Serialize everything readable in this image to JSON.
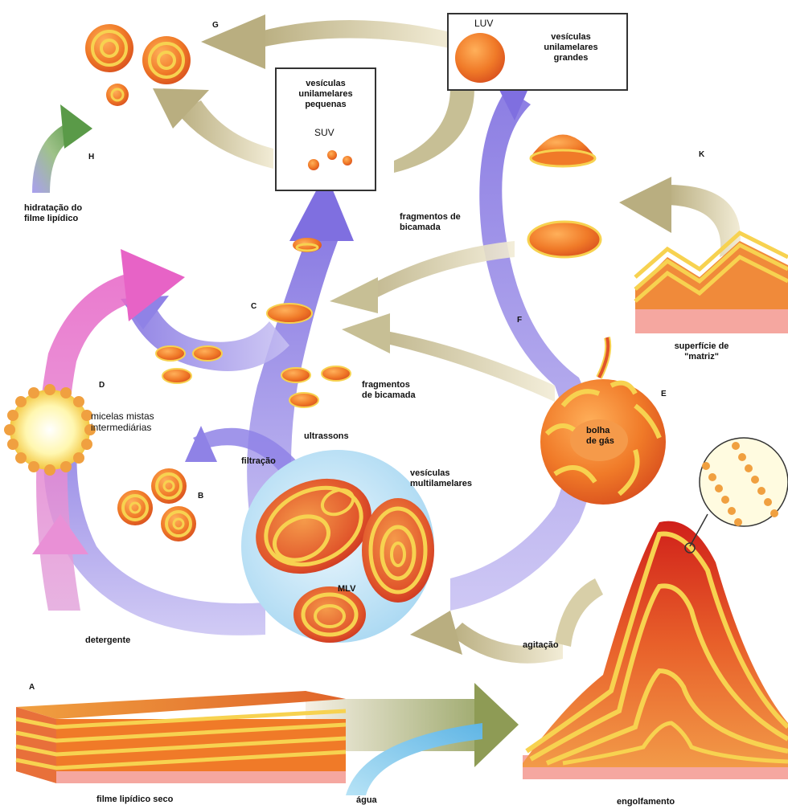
{
  "letters": {
    "a": "A",
    "b": "B",
    "c": "C",
    "d": "D",
    "e": "E",
    "f": "F",
    "g": "G",
    "h": "H",
    "k": "K"
  },
  "labels": {
    "luv": "LUV",
    "luv_desc": "vesículas\nunilamelares\ngrandes",
    "suv_desc": "vesículas\nunilamelares\npequenas",
    "suv": "SUV",
    "hydration": "hidratação do\nfilme lipídico",
    "fragments_top": "fragmentos de\nbicamada",
    "fragments_mid": "fragmentos\nde bicamada",
    "matrix": "superfície de\n\"matriz\"",
    "micelles": "micelas mistas\nintermediárias",
    "ultrasound": "ultrassons",
    "filtration": "filtração",
    "mlv_desc": "vesículas\nmultilamelares",
    "mlv": "MLV",
    "gas_bubble": "bolha\nde gás",
    "detergent": "detergente",
    "agitation": "agitação",
    "dry_film": "filme lipídico seco",
    "water": "água",
    "engulfing": "engolfamento"
  },
  "colors": {
    "arrow_purple": "#8f82e6",
    "arrow_pink": "#e98bd3",
    "arrow_beige": "#d2c8a0",
    "lipid_orange": "#f07a28",
    "lipid_yellow": "#f7d250",
    "lipid_red": "#d9281e",
    "water_blue": "#7cc6ea"
  }
}
